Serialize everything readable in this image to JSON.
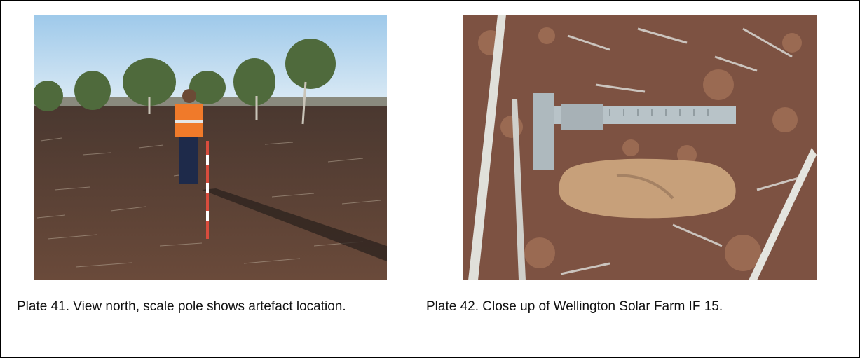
{
  "plates": [
    {
      "photo": {
        "subject": "field-with-trees-and-person",
        "colors": {
          "sky": "#cfe3f2",
          "soil": "#5a3f33",
          "vest": "#f07a2a",
          "trees": "#4f6a3c"
        }
      },
      "caption": "Plate 41. View north, scale pole shows artefact location."
    },
    {
      "photo": {
        "subject": "artefact-with-caliper",
        "colors": {
          "soil": "#8a5b45",
          "stone": "#c7a07a",
          "caliper": "#b8c3c8",
          "straw": "#d9d9d4"
        }
      },
      "caption": "Plate 42. Close up of Wellington Solar Farm IF 15."
    }
  ]
}
